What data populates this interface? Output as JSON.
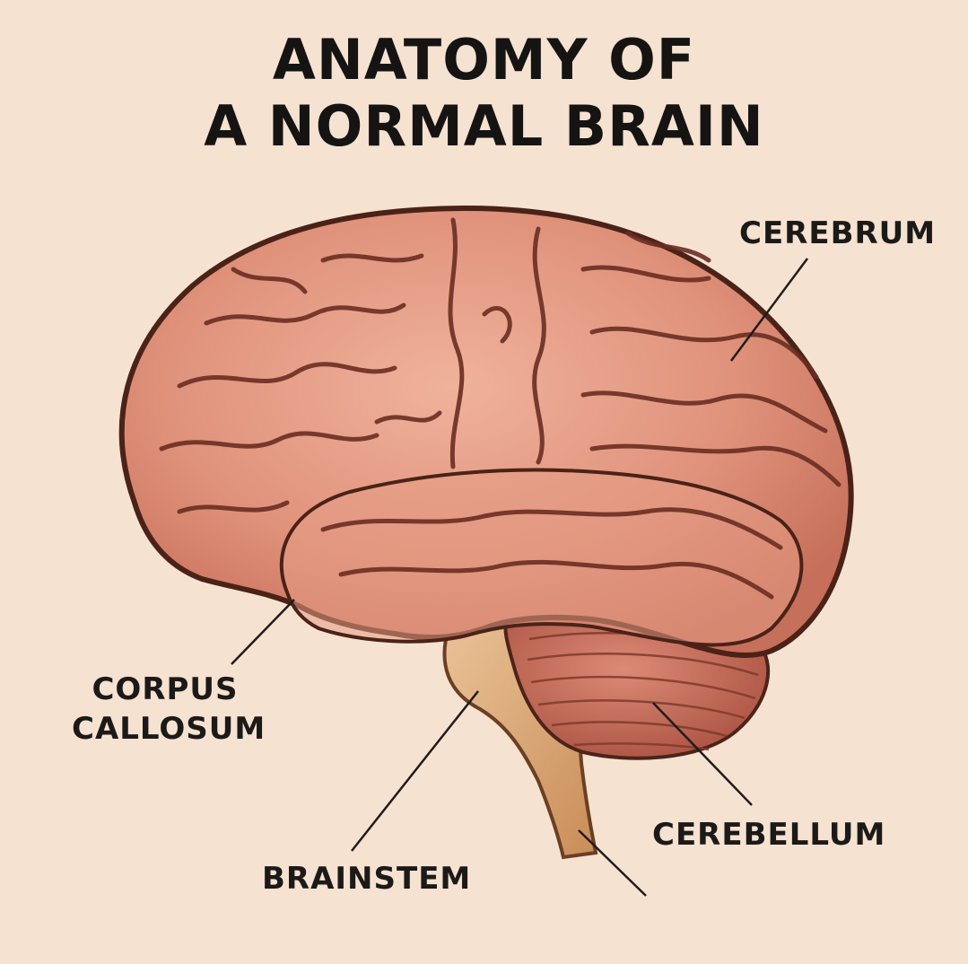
{
  "title": {
    "line1": "ANATOMY OF",
    "line2": "A NORMAL BRAIN"
  },
  "labels": {
    "cerebrum": "CEREBRUM",
    "corpus_callosum_line1": "CORPUS",
    "corpus_callosum_line2": "CALLOSUM",
    "brainstem": "BRAINSTEM",
    "cerebellum": "CEREBELLUM"
  },
  "colors": {
    "background": "#f6e2d1",
    "cerebrum": "#dc8670",
    "cerebrum_outline": "#5a2a1f",
    "cerebellum": "#c46a58",
    "brainstem": "#e0b07e",
    "text": "#151413"
  }
}
